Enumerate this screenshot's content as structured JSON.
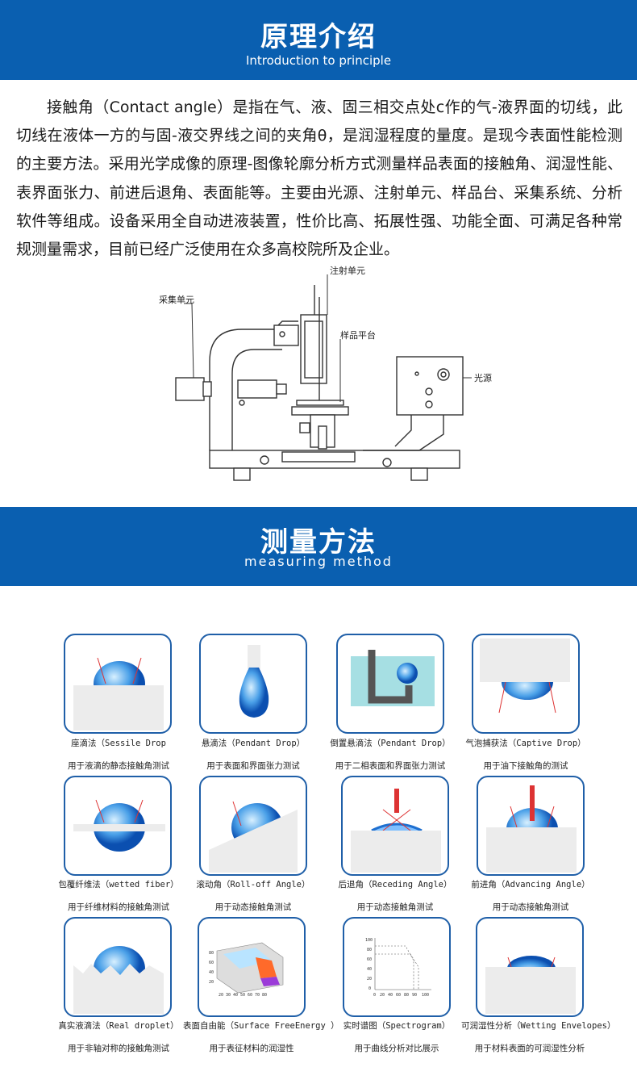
{
  "section1": {
    "title": "原理介绍",
    "subtitle": "Introduction to principle"
  },
  "intro_text": "接触角（Contact angle）是指在气、液、固三相交点处c作的气-液界面的切线，此切线在液体一方的与固-液交界线之间的夹角θ，是润湿程度的量度。是现今表面性能检测的主要方法。采用光学成像的原理-图像轮廓分析方式测量样品表面的接触角、润湿性能、表界面张力、前进后退角、表面能等。主要由光源、注射单元、样品台、采集系统、分析软件等组成。设备采用全自动进液装置，性价比高、拓展性强、功能全面、可满足各种常规测量需求，目前已经广泛使用在众多高校院所及企业。",
  "diagram": {
    "label_acquisition": "采集单元",
    "label_injection": "注射单元",
    "label_stage": "样品平台",
    "label_light": "光源"
  },
  "section2": {
    "title": "测量方法",
    "subtitle": "measuring method"
  },
  "methods": [
    {
      "caption": "座滴法（Sessile Drop",
      "desc": "用于液滴的静态接触角测试"
    },
    {
      "caption": "悬滴法（Pendant Drop）",
      "desc": "用于表面和界面张力测试"
    },
    {
      "caption": "倒置悬滴法（Pendant Drop）",
      "desc": "用于二相表面和界面张力测试"
    },
    {
      "caption": "气泡捕获法（Captive Drop）",
      "desc": "用于油下接触角的测试"
    },
    {
      "caption": "包覆纤维法（wetted fiber）",
      "desc": "用于纤维材料的接触角测试"
    },
    {
      "caption": "滚动角（Roll-off Angle）",
      "desc": "用于动态接触角测试"
    },
    {
      "caption": "后退角（Receding Angle）",
      "desc": "用于动态接触角测试"
    },
    {
      "caption": "前进角（Advancing Angle）",
      "desc": "用于动态接触角测试"
    },
    {
      "caption": "真实液滴法（Real droplet）",
      "desc": "用于非轴对称的接触角测试"
    },
    {
      "caption": "表面自由能（Surface FreeEnergy ）",
      "desc": "用于表征材料的润湿性"
    },
    {
      "caption": "实时谱图（Spectrogram）",
      "desc": "用于曲线分析对比展示"
    },
    {
      "caption": "可润湿性分析（Wetting Envelopes）",
      "desc": "用于材料表面的可润湿性分析"
    }
  ],
  "spectrogram_axes": {
    "x_ticks": [
      "0",
      "20",
      "40",
      "60",
      "80",
      "90",
      "100"
    ],
    "y_ticks": [
      "0",
      "20",
      "40",
      "60",
      "80",
      "100"
    ]
  },
  "sfe_axes": {
    "x_ticks": [
      "20",
      "30",
      "40",
      "50",
      "60",
      "70",
      "80"
    ],
    "y_ticks": [
      "20",
      "40",
      "60",
      "80"
    ]
  },
  "colors": {
    "banner": "#0a5fb0",
    "cell_border": "#1f5fa8",
    "droplet": "#1e6fd0"
  }
}
